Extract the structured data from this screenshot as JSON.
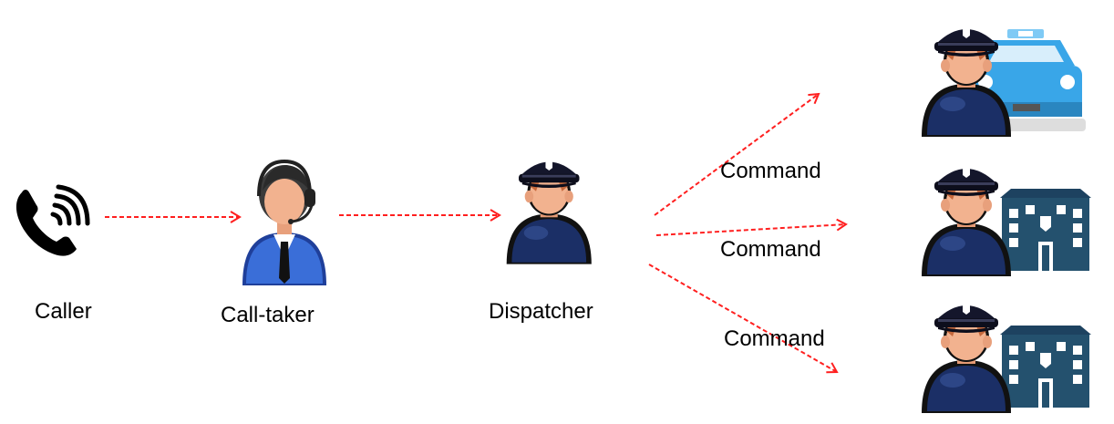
{
  "nodes": {
    "caller": {
      "label": "Caller",
      "icon": "phone-call-icon"
    },
    "call_taker": {
      "label": "Call-taker",
      "icon": "call-taker-headset-icon"
    },
    "dispatcher": {
      "label": "Dispatcher",
      "icon": "police-officer-icon"
    }
  },
  "units": [
    {
      "icon": "police-car-unit-icon"
    },
    {
      "icon": "police-station-unit-icon"
    },
    {
      "icon": "police-station-unit-icon"
    }
  ],
  "edges": [
    {
      "from": "caller",
      "to": "call_taker"
    },
    {
      "from": "call_taker",
      "to": "dispatcher"
    },
    {
      "from": "dispatcher",
      "to": "unit-1",
      "label": "Command"
    },
    {
      "from": "dispatcher",
      "to": "unit-2",
      "label": "Command"
    },
    {
      "from": "dispatcher",
      "to": "unit-3",
      "label": "Command"
    }
  ],
  "colors": {
    "arrow": "#ff1f1f",
    "uniform": "#1b2f66",
    "cap": "#14162b",
    "skin": "#f2b28f",
    "hair": "#c5683c",
    "building": "#24516e",
    "car": "#39a6e8",
    "calltaker_shirt": "#3a6ed8"
  }
}
